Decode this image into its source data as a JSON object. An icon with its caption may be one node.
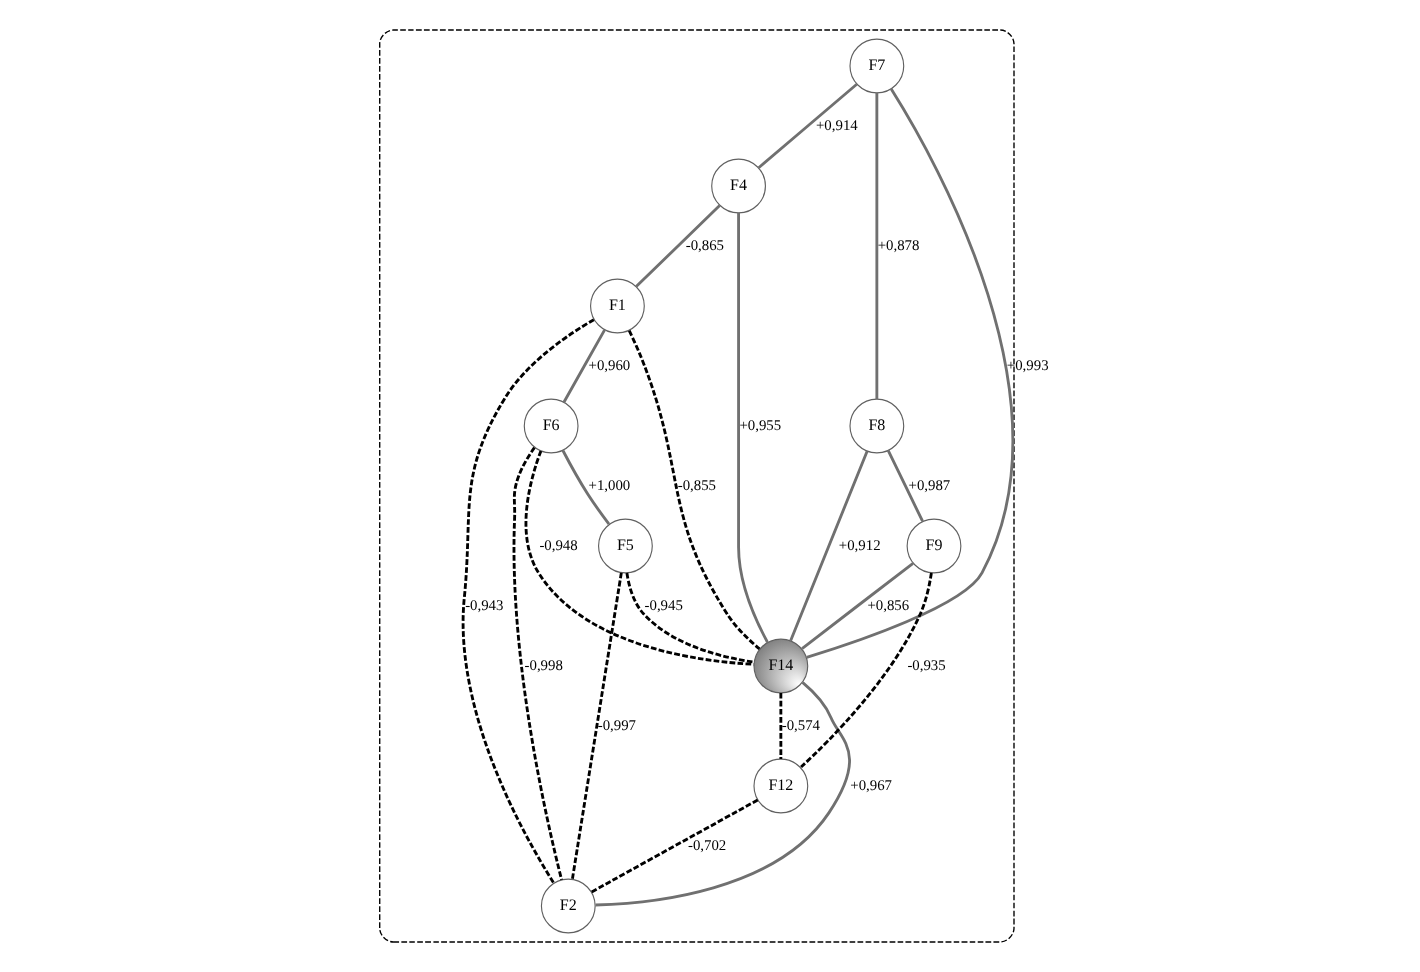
{
  "diagram": {
    "nodes": [
      {
        "text": [],
        "shape": "ellipse"
      },
      {
        "text": [
          "F4"
        ],
        "in": 0
      },
      {
        "text": [
          "F1"
        ],
        "in": 0
      },
      {
        "text": [
          "F6"
        ],
        "in": 0
      },
      {
        "text": [
          "F7"
        ],
        "in": 0
      },
      {
        "text": [
          "F5"
        ],
        "in": 0
      },
      {
        "text": [
          "F8"
        ],
        "in": 0
      },
      {
        "text": [
          "F14"
        ],
        "in": 0
      },
      {
        "text": [
          "F9"
        ],
        "in": 0
      },
      {
        "text": [
          "F12"
        ],
        "in": 0
      },
      {
        "text": [
          "F2"
        ],
        "in": 0
      }
    ],
    "edges": [
      {
        "from": 1,
        "to": 2,
        "arrow": "none",
        "label": "-0,865"
      },
      {
        "from": 2,
        "to": 3,
        "arrow": "none",
        "label": "+0,960"
      },
      {
        "from": 4,
        "to": 1,
        "arrow": "none",
        "label": "+0,914"
      },
      {
        "from": 1,
        "to": 7,
        "arrow": "none",
        "label": "+0,955"
      },
      {
        "from": 2,
        "to": 7,
        "arrow": "none",
        "label": "-0,855",
        "style": "dashed",
        "color": "#000000"
      },
      {
        "from": 2,
        "to": 10,
        "arrow": "none",
        "label": "-0,943",
        "style": "dashed",
        "color": "#000000"
      },
      {
        "from": 3,
        "to": 7,
        "arrow": "none",
        "label": "-0,948",
        "style": "dashed",
        "color": "#000000"
      },
      {
        "from": 3,
        "to": 5,
        "arrow": "none",
        "label": "+1,000"
      },
      {
        "from": 3,
        "to": 10,
        "arrow": "none",
        "label": "-0,998",
        "style": "dashed",
        "color": "#000000"
      },
      {
        "from": 5,
        "to": 7,
        "arrow": "none",
        "label": "-0,945",
        "style": "dashed",
        "color": "#000000"
      },
      {
        "from": 5,
        "to": 10,
        "arrow": "none",
        "label": "-0,997",
        "style": "dashed",
        "color": "#000000"
      },
      {
        "from": 4,
        "to": 6,
        "arrow": "none",
        "label": "+0,878"
      },
      {
        "from": 4,
        "to": 7,
        "arrow": "none",
        "label": "+0,993"
      },
      {
        "from": 6,
        "to": 7,
        "arrow": "none",
        "label": "+0,912"
      },
      {
        "from": 6,
        "to": 8,
        "arrow": "none",
        "label": "+0,987"
      },
      {
        "from": 8,
        "to": 7,
        "arrow": "none",
        "label": "+0,856"
      },
      {
        "from": 7,
        "to": 9,
        "arrow": "none",
        "label": "-0,574",
        "style": "dashed",
        "color": "#000000"
      },
      {
        "from": 7,
        "to": 10,
        "arrow": "none",
        "label": "+0,967"
      },
      {
        "from": 8,
        "to": 9,
        "arrow": "none",
        "label": "-0,935",
        "style": "dashed",
        "color": "#000000"
      },
      {
        "from": 9,
        "to": 10,
        "arrow": "none",
        "label": "-0,702",
        "style": "dashed",
        "color": "#000000"
      }
    ]
  }
}
